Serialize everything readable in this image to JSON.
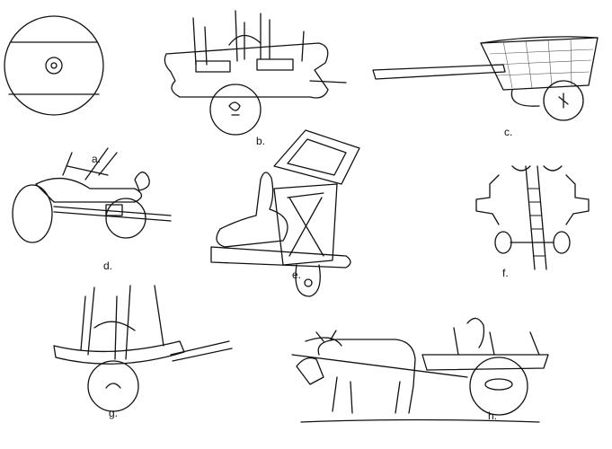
{
  "figure": {
    "labels": {
      "a": "a.",
      "b": "b.",
      "c": "c.",
      "d": "d.",
      "e": "e.",
      "f": "f.",
      "g": "g.",
      "h": "h."
    }
  }
}
